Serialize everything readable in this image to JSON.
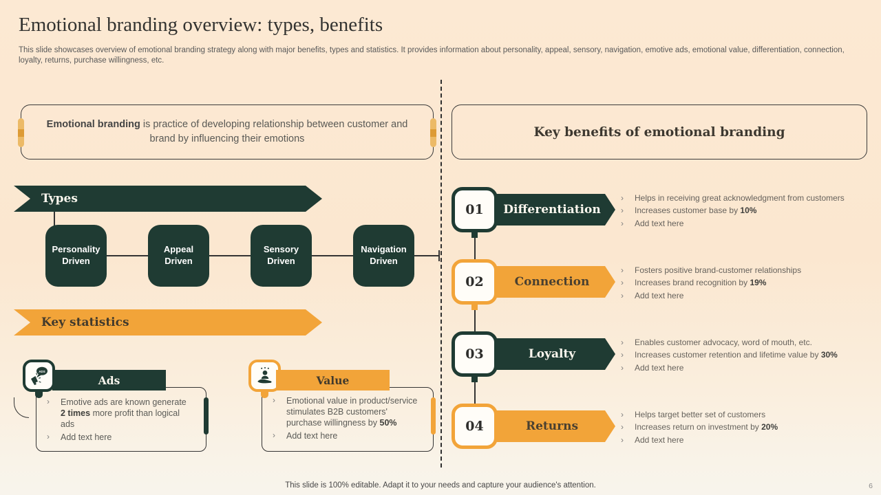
{
  "glyphs": {
    "bullet": "›"
  },
  "colors": {
    "dark_teal": "#1F3B33",
    "orange": "#F2A439",
    "background": "#FCE8D1",
    "body_text": "#595959"
  },
  "slide": {
    "title": "Emotional branding overview: types, benefits",
    "subtitle": "This slide showcases overview of emotional branding strategy along with major benefits, types and statistics. It provides information about personality, appeal, sensory, navigation, emotive ads, emotional value, differentiation, connection, loyalty,  returns, purchase willingness, etc.",
    "footer_note": "This slide is 100% editable. Adapt it to your needs and capture your audience's attention.",
    "page_number": "6"
  },
  "left_panel": {
    "definition": {
      "lead": "Emotional branding",
      "rest": " is practice of developing relationship between customer and brand by influencing  their emotions"
    },
    "types": {
      "banner": "Types",
      "items": [
        "Personality Driven",
        "Appeal Driven",
        "Sensory Driven",
        "Navigation Driven"
      ]
    },
    "statistics": {
      "banner": "Key statistics",
      "cards": [
        {
          "title": "Ads",
          "icon": "megaphone-ads-icon",
          "icon_label": "ADS",
          "bullets": [
            {
              "pre": "Emotive ads are known generate ",
              "bold": "2 times",
              "post": " more profit than logical ads"
            },
            {
              "pre": "Add text here",
              "bold": "",
              "post": ""
            }
          ]
        },
        {
          "title": "Value",
          "icon": "hand-person-icon",
          "bullets": [
            {
              "pre": "Emotional value in product/service stimulates B2B customers' purchase willingness by ",
              "bold": "50%",
              "post": ""
            },
            {
              "pre": "Add text here",
              "bold": "",
              "post": ""
            }
          ]
        }
      ]
    }
  },
  "right_panel": {
    "header": "Key benefits of emotional branding",
    "benefits": [
      {
        "number": "01",
        "label": "Differentiation",
        "bullets": [
          {
            "pre": "Helps in receiving great acknowledgment from customers",
            "bold": "",
            "post": ""
          },
          {
            "pre": "Increases customer base by ",
            "bold": "10%",
            "post": ""
          },
          {
            "pre": "Add text here",
            "bold": "",
            "post": ""
          }
        ]
      },
      {
        "number": "02",
        "label": "Connection",
        "bullets": [
          {
            "pre": "Fosters positive brand-customer relationships",
            "bold": "",
            "post": ""
          },
          {
            "pre": "Increases brand recognition by ",
            "bold": "19%",
            "post": ""
          },
          {
            "pre": "Add text here",
            "bold": "",
            "post": ""
          }
        ]
      },
      {
        "number": "03",
        "label": "Loyalty",
        "bullets": [
          {
            "pre": "Enables customer advocacy, word of mouth, etc.",
            "bold": "",
            "post": ""
          },
          {
            "pre": "Increases customer retention and lifetime value by ",
            "bold": "30%",
            "post": ""
          },
          {
            "pre": "Add text here",
            "bold": "",
            "post": ""
          }
        ]
      },
      {
        "number": "04",
        "label": "Returns",
        "bullets": [
          {
            "pre": "Helps target better set of customers",
            "bold": "",
            "post": ""
          },
          {
            "pre": "Increases return on investment by ",
            "bold": "20%",
            "post": ""
          },
          {
            "pre": "Add text here",
            "bold": "",
            "post": ""
          }
        ]
      }
    ]
  }
}
